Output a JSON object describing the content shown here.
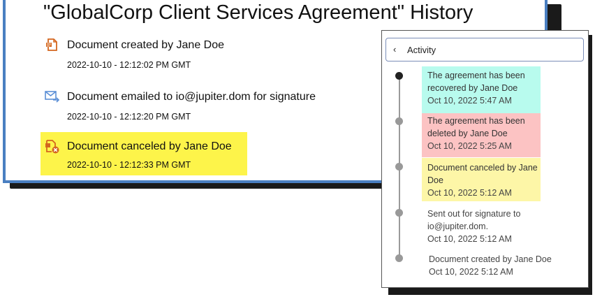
{
  "history": {
    "title": "\"GlobalCorp Client Services Agreement\" History",
    "entries": [
      {
        "icon": "document-created-icon",
        "text": "Document created by Jane Doe",
        "time": "2022-10-10 - 12:12:02 PM GMT"
      },
      {
        "icon": "document-emailed-icon",
        "text": "Document emailed to io@jupiter.dom for signature",
        "time": "2022-10-10 - 12:12:20 PM GMT"
      },
      {
        "icon": "document-canceled-icon",
        "text": "Document canceled by Jane Doe",
        "time": "2022-10-10 - 12:12:33 PM GMT",
        "highlight": "#fdf44a"
      }
    ]
  },
  "activity": {
    "back_glyph": "‹",
    "title": "Activity",
    "items": [
      {
        "line1": "The agreement has been",
        "line2": "recovered by Jane Doe",
        "time": "Oct 10, 2022 5:47 AM",
        "highlight": "#b8fbee",
        "active": true
      },
      {
        "line1": "The agreement has been",
        "line2": "deleted by Jane Doe",
        "time": "Oct 10, 2022 5:25 AM",
        "highlight": "#fcc3c3"
      },
      {
        "line1": "Document canceled by Jane",
        "line2": "Doe",
        "time": "Oct 10, 2022 5:12 AM",
        "highlight": "#fdf6a7"
      },
      {
        "line1": "Sent out for signature to",
        "line2": "io@jupiter.dom.",
        "time": "Oct 10, 2022 5:12 AM"
      },
      {
        "line1": "Document created by Jane Doe",
        "time": "Oct 10, 2022 5:12 AM"
      }
    ]
  },
  "colors": {
    "panel_border": "#4a7fc1",
    "icon_orange": "#d4661e",
    "icon_blue": "#5b8fd6",
    "timeline_dot": "#999999",
    "timeline_dot_active": "#222222"
  }
}
